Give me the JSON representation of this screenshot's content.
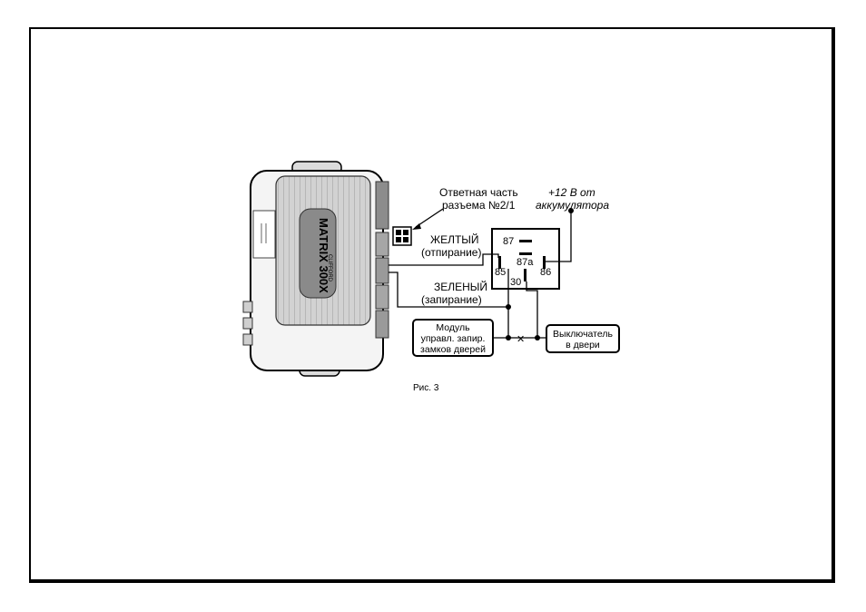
{
  "diagram": {
    "connector_label": [
      "Ответная часть",
      "разъема №2/1"
    ],
    "battery_label": [
      "+12 В от",
      "аккумулятора"
    ],
    "yellow_wire": "ЖЕЛТЫЙ",
    "yellow_function": "(отпирание)",
    "green_wire": "ЗЕЛЕНЫЙ",
    "green_function": "(запирание)",
    "relay_pins": {
      "p87": "87",
      "p87a": "87a",
      "p85": "85",
      "p86": "86",
      "p30": "30"
    },
    "module_label": [
      "Модуль",
      "управл. запир.",
      "замков дверей"
    ],
    "switch_label": [
      "Выключатель",
      "в двери"
    ],
    "cut_mark": "✕",
    "figure_caption": "Рис. 3",
    "device_logo": "MATRIX 300X",
    "device_logo_small": "CLIFFORD"
  },
  "colors": {
    "line": "#000000",
    "device_body": "#f4f4f4",
    "device_panel": "#d8d8d8",
    "logo_badge": "#8a8a8a"
  }
}
